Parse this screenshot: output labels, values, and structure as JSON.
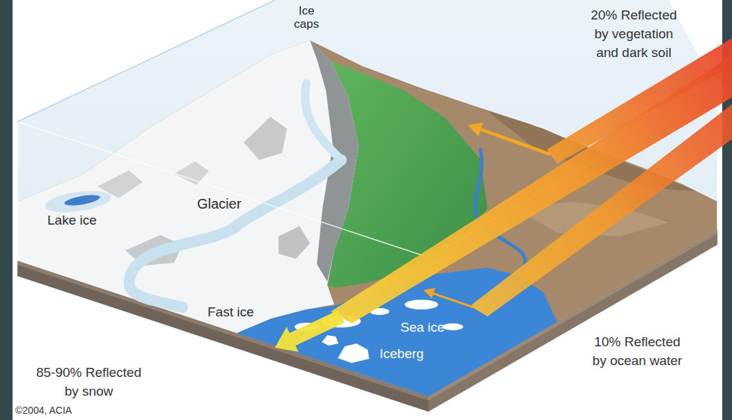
{
  "diagram": {
    "labels": [
      "Ice caps",
      "20% Reflected by vegetation and dark soil",
      "Lake ice",
      "Glacier",
      "Fast ice",
      "Sea ice",
      "10% Reflected by ocean water",
      "85-90% Reflected by snow",
      "Iceberg",
      "©2004, ACIA"
    ]
  }
}
